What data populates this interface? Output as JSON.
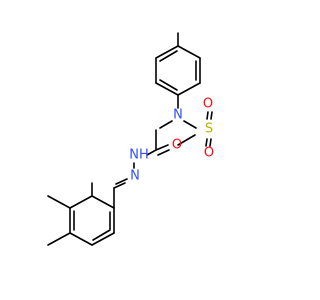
{
  "atoms": [
    {
      "id": "n_sulfonamide",
      "text": "N",
      "color": "#3050F8"
    },
    {
      "id": "s_sulfonyl",
      "text": "S",
      "color": "#B5B500"
    },
    {
      "id": "o_sulfonyl_1",
      "text": "O",
      "color": "#FF0D0D"
    },
    {
      "id": "o_sulfonyl_2",
      "text": "O",
      "color": "#FF0D0D"
    },
    {
      "id": "o_carbonyl",
      "text": "O",
      "color": "#FF0D0D"
    },
    {
      "id": "nh_hydrazide",
      "text": "NH",
      "color": "#3050F8"
    },
    {
      "id": "n_imine",
      "text": "N",
      "color": "#3050F8"
    }
  ]
}
